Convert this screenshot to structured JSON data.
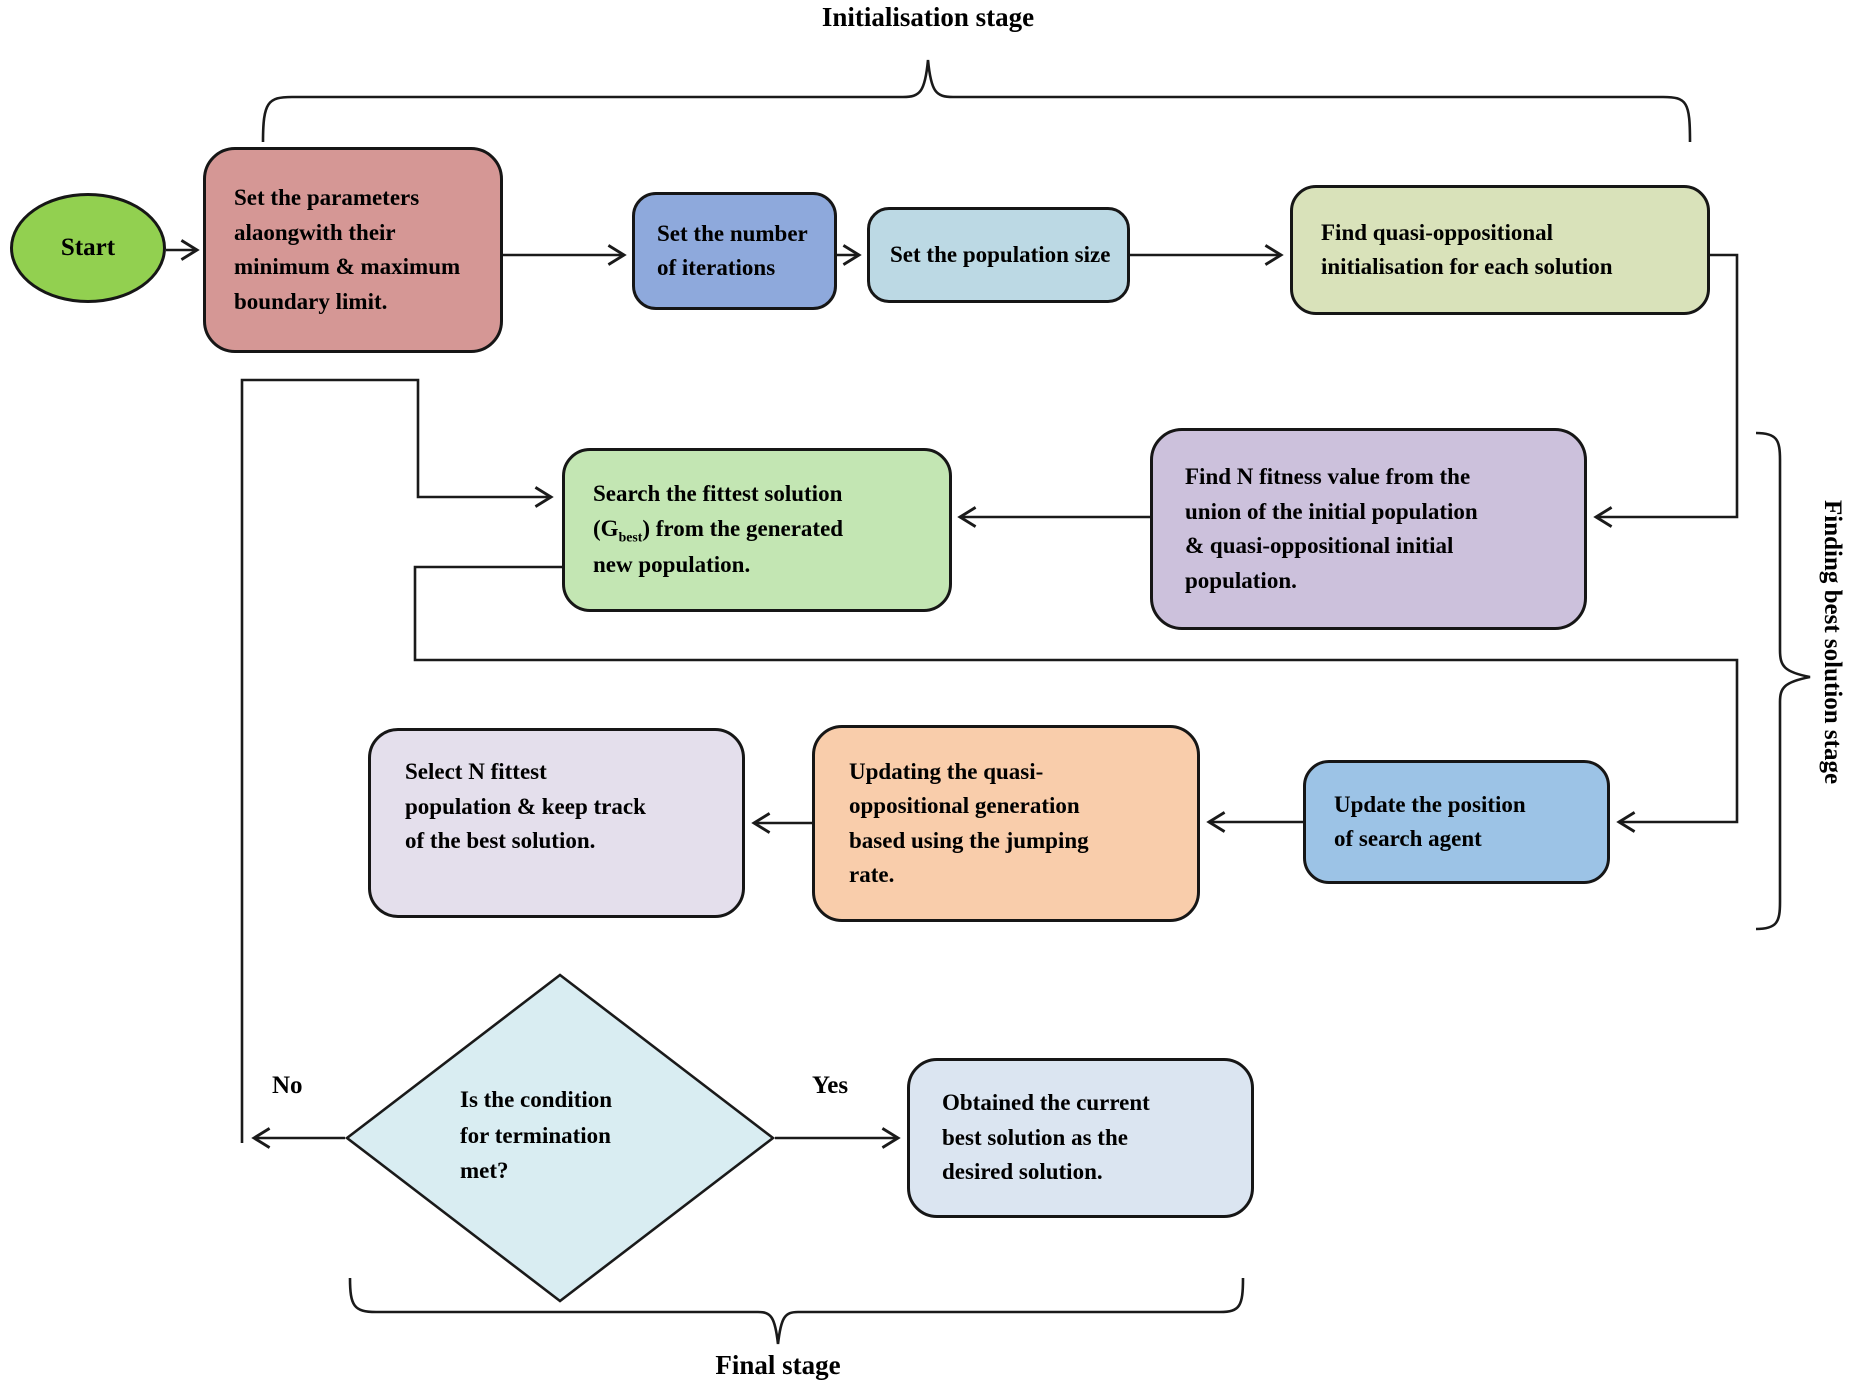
{
  "stages": {
    "initialisation": "Initialisation stage",
    "finding_best": "Finding best solution stage",
    "final": "Final stage"
  },
  "nodes": {
    "start": {
      "label": "Start",
      "color": "#92d050"
    },
    "set_parameters": {
      "label": "Set the parameters\nalaongwith their\nminimum & maximum\nboundary limit.",
      "color": "#d59795"
    },
    "set_iterations": {
      "label": "Set the number\nof iterations",
      "color": "#8ea9dc"
    },
    "set_population": {
      "label": "Set the population size",
      "color": "#bcd9e4"
    },
    "quasi_oppositional_init": {
      "label": "Find quasi-oppositional\ninitialisation for each solution",
      "color": "#d9e2ba"
    },
    "fitness_union": {
      "label": "Find N fitness value from the\nunion of the initial population\n& quasi-oppositional initial\npopulation.",
      "color": "#ccc1dc"
    },
    "search_fittest": {
      "pre": "Search the fittest solution\n(G",
      "sub": "best",
      "post": ") from the generated\nnew population.",
      "color": "#c3e6b3"
    },
    "update_position": {
      "label": "Update the position\nof search agent",
      "color": "#9cc3e6"
    },
    "update_quasi_generation": {
      "label": "Updating the quasi-\noppositional generation\nbased using the jumping\nrate.",
      "color": "#f9cdab"
    },
    "select_fittest": {
      "label": "Select N fittest\npopulation & keep track\nof the best solution.",
      "color": "#e4dfec"
    },
    "termination_decision": {
      "label": "Is the condition\nfor termination\nmet?",
      "color": "#d9edf2"
    },
    "obtained_solution": {
      "label": "Obtained the current\nbest solution as the\ndesired solution.",
      "color": "#dbe5f1"
    }
  },
  "edge_labels": {
    "no": "No",
    "yes": "Yes"
  },
  "colors": {
    "line": "#1a1a1a",
    "text": "#000000",
    "background": "#ffffff"
  }
}
